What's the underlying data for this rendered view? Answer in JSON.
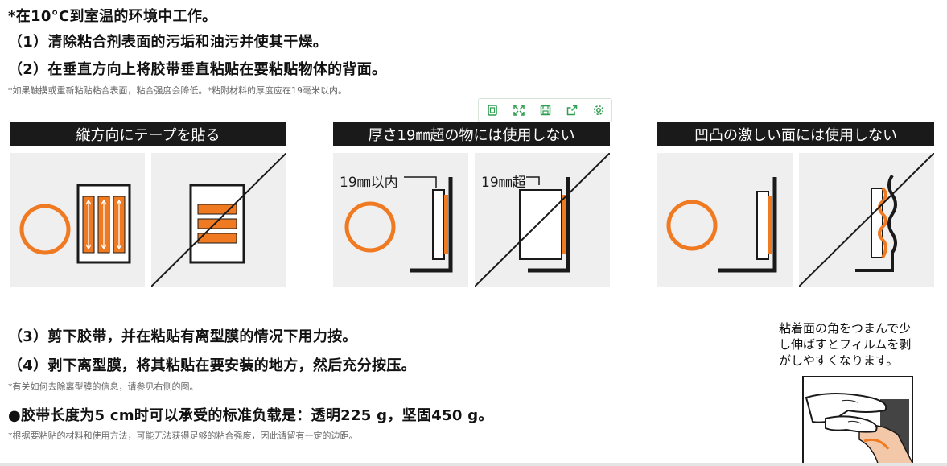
{
  "text": {
    "l1": "*在10°C到室温的环境中工作。",
    "l2": "（1）清除粘合剂表面的污垢和油污并使其干燥。",
    "l3": "（2）在垂直方向上将胶带垂直粘贴在要粘贴物体的背面。",
    "n1": "*如果触摸或重新粘贴粘合表面，粘合强度会降低。*粘附材料的厚度应在19毫米以内。",
    "l4": "（3）剪下胶带，并在粘贴有离型膜的情况下用力按。",
    "l5": "（4）剥下离型膜，将其粘贴在要安装的地方，然后充分按压。",
    "n2": "*有关如何去除离型膜的信息，请参见右侧的图。",
    "l6": "●胶带长度为5 cm时可以承受的标准负载是：透明225 g，坚固450 g。",
    "n3": "*根据要粘贴的材料和使用方法，可能无法获得足够的粘合强度，因此请留有一定的边距。"
  },
  "panels": [
    {
      "title": "縦方向にテープを貼る"
    },
    {
      "title": "厚さ19㎜超の物には使用しない",
      "label_ok": "19㎜以内",
      "label_ng": "19㎜超"
    },
    {
      "title": "凹凸の激しい面には使用しない"
    }
  ],
  "side_note": {
    "l1": "粘着面の角をつまんで少",
    "l2": "し伸ばすとフィルムを剥",
    "l3": "がしやすくなります。"
  },
  "toolbar": {
    "icons": [
      "copy-icon",
      "expand-icon",
      "save-icon",
      "share-icon",
      "settings-icon"
    ],
    "color": "#2e9e4f"
  },
  "colors": {
    "orange": "#ef7a22",
    "dark": "#1a1a1a",
    "panel_bg": "#efefef"
  }
}
